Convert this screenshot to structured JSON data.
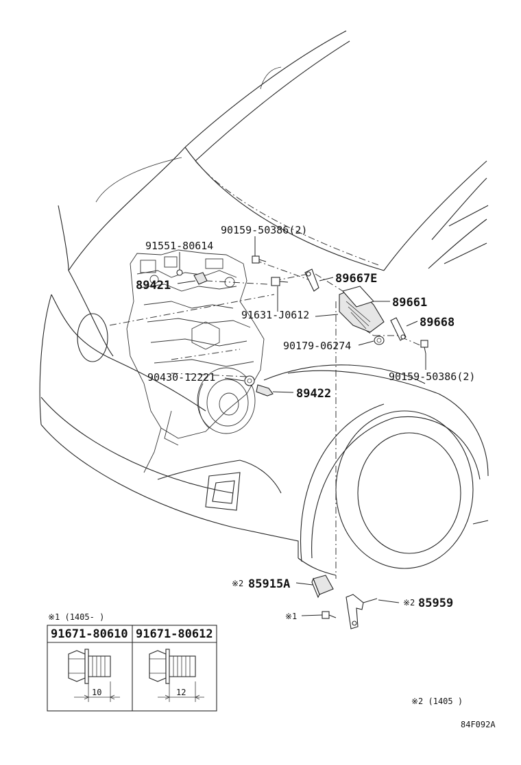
{
  "callouts": {
    "c1": "90159-50386(2)",
    "c2": "91551-80614",
    "c3": "89421",
    "c4": "89667E",
    "c5": "89661",
    "c6": "91631-J0612",
    "c7": "89668",
    "c8": "90179-06274",
    "c9": "90159-50386(2)",
    "c10": "90430-12221",
    "c11": "89422",
    "c12": "85915A",
    "c13": "85959"
  },
  "marks": {
    "note2_a": "※2",
    "note2_b": "※2",
    "note1": "※1"
  },
  "table": {
    "caption": "※1 (1405-     )",
    "col1": "91671-80610",
    "col2": "91671-80612",
    "dim1": "10",
    "dim2": "12"
  },
  "footnote": "※2 (1405     )",
  "diagram_code": "84F092A"
}
